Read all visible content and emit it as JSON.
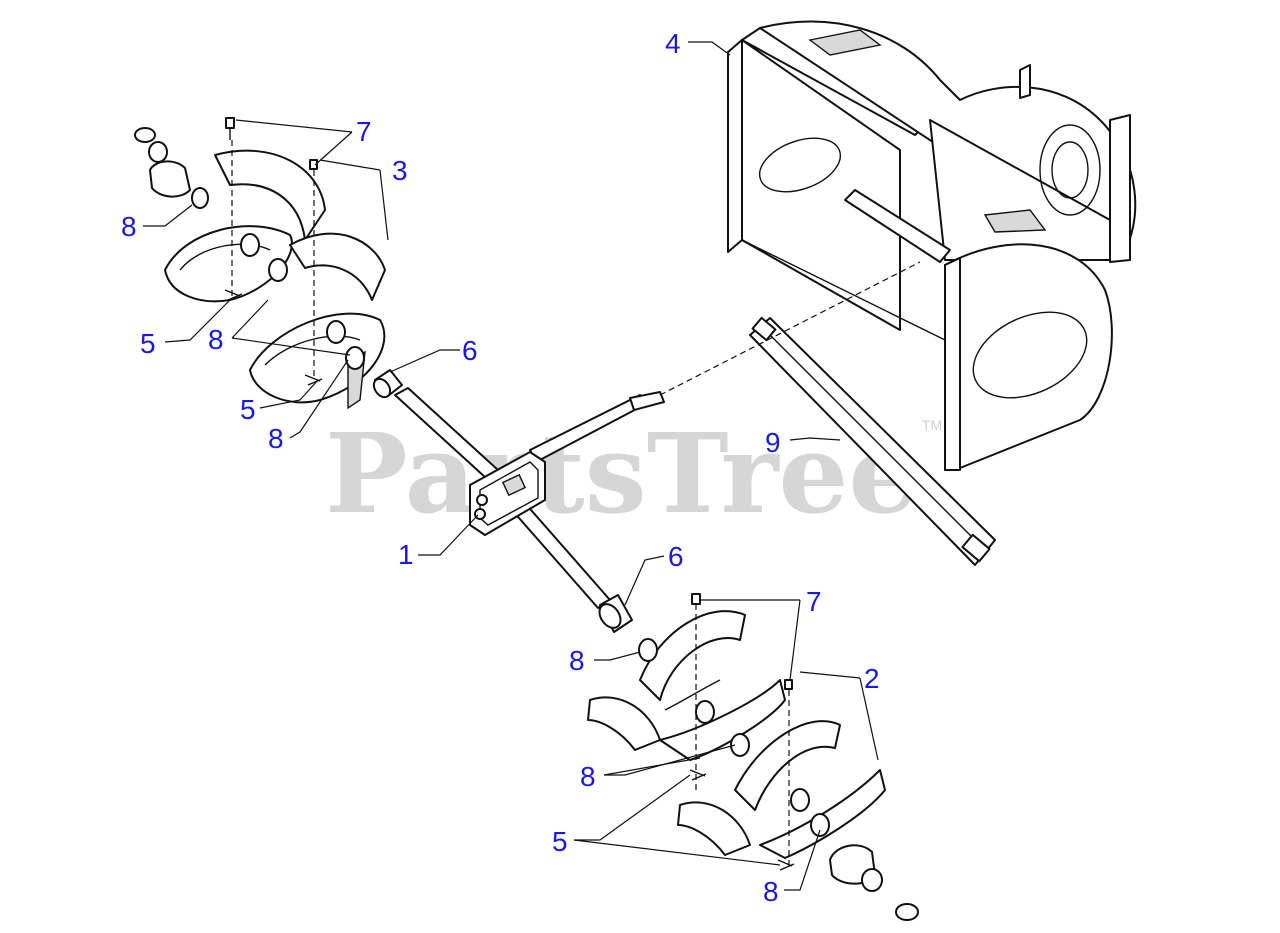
{
  "watermark": {
    "text": "PartsTree",
    "trademark": "TM"
  },
  "callouts": [
    {
      "id": "c1",
      "label": "1"
    },
    {
      "id": "c2",
      "label": "2"
    },
    {
      "id": "c3",
      "label": "3"
    },
    {
      "id": "c4",
      "label": "4"
    },
    {
      "id": "c5a",
      "label": "5"
    },
    {
      "id": "c5b",
      "label": "5"
    },
    {
      "id": "c5c",
      "label": "5"
    },
    {
      "id": "c6a",
      "label": "6"
    },
    {
      "id": "c6b",
      "label": "6"
    },
    {
      "id": "c7a",
      "label": "7"
    },
    {
      "id": "c7b",
      "label": "7"
    },
    {
      "id": "c8a",
      "label": "8"
    },
    {
      "id": "c8b",
      "label": "8"
    },
    {
      "id": "c8c",
      "label": "8"
    },
    {
      "id": "c8d",
      "label": "8"
    },
    {
      "id": "c8e",
      "label": "8"
    },
    {
      "id": "c8f",
      "label": "8"
    },
    {
      "id": "c9",
      "label": "9"
    }
  ],
  "colors": {
    "callout": "#1a1adb",
    "line": "#111111",
    "watermark": "#d6d6d6"
  }
}
